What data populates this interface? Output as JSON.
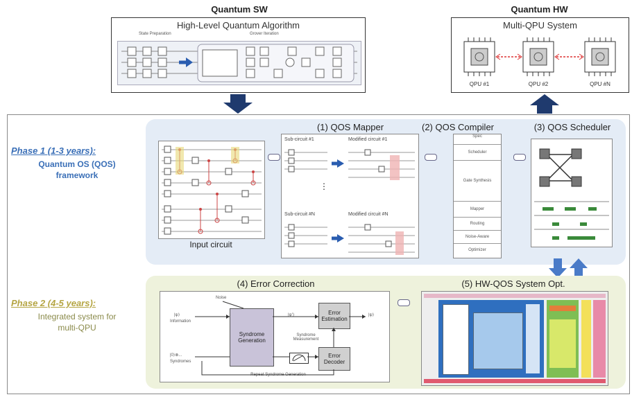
{
  "sw": {
    "title": "Quantum SW",
    "subtitle": "High-Level Quantum Algorithm",
    "left_label": "State Preparation",
    "right_label": "Grover Iteration"
  },
  "hw": {
    "title": "Quantum HW",
    "subtitle": "Multi-QPU System",
    "qpus": [
      "QPU #1",
      "QPU #2",
      "QPU #N"
    ]
  },
  "phase1": {
    "title": "Phase 1 (1-3 years):",
    "desc1": "Quantum OS (QOS)",
    "desc2": "framework",
    "input_label": "Input circuit"
  },
  "mapper": {
    "title": "(1) QOS Mapper",
    "sub1": "Sub-circuit #1",
    "mod1": "Modified circuit #1",
    "subN": "Sub-circuit #N",
    "modN": "Modified circuit #N",
    "dots": "⋮"
  },
  "compiler": {
    "title": "(2) QOS Compiler",
    "rows": [
      "Spec",
      "Scheduler",
      "Gate Synthesis",
      "Mapper",
      "Routing",
      "Noise-Aware",
      "Optimizer"
    ]
  },
  "scheduler": {
    "title": "(3) QOS Scheduler"
  },
  "phase2": {
    "title": "Phase 2 (4-5 years):",
    "desc1": "Integrated system for",
    "desc2": "multi-QPU"
  },
  "ec": {
    "title": "(4) Error Correction",
    "noise": "Noise",
    "syndrome": "Syndrome Generation",
    "error_est": "Error Estimation",
    "decoder": "Error Decoder",
    "readout": "Syndrome Measurement",
    "repeat": "Repeat Syndrome Generation",
    "in1": "|ψ⟩",
    "in1b": "Information",
    "in2": "|0⟩⊗...",
    "in2b": "Syndromes",
    "mid": "|ψ'⟩",
    "out": "|ψ⟩"
  },
  "hwos": {
    "title": "(5) HW-QOS System Opt."
  }
}
